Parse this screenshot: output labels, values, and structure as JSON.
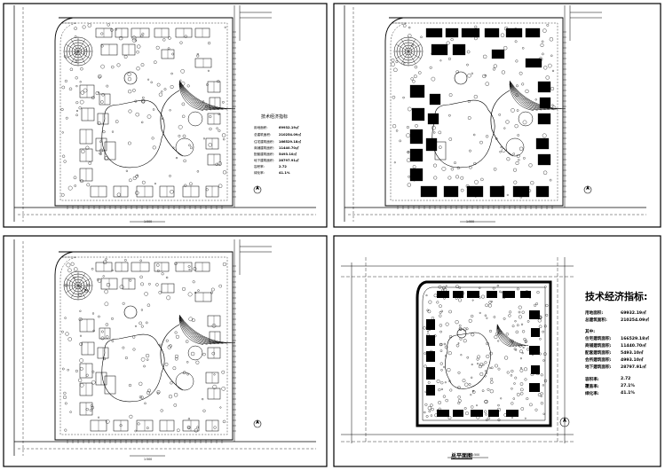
{
  "sheets": [
    {
      "id": "plan-a",
      "kind": "site-plan",
      "scale_label": "1:500",
      "indicator_title": "技术经济指标",
      "indicator_rows": [
        {
          "label": "用地面积:",
          "value": "69932.19㎡"
        },
        {
          "label": "总建筑面积:",
          "value": "210254.09㎡"
        },
        {
          "label": "住宅建筑面积:",
          "value": "166529.18㎡"
        },
        {
          "label": "商铺建筑面积:",
          "value": "11440.70㎡"
        },
        {
          "label": "配套建筑面积:",
          "value": "5493.10㎡"
        },
        {
          "label": "地下建筑面积:",
          "value": "28797.91㎡"
        },
        {
          "label": "容积率:",
          "value": "2.72"
        },
        {
          "label": "绿化率:",
          "value": "41.1%"
        }
      ]
    },
    {
      "id": "plan-b",
      "kind": "site-plan-filled",
      "scale_label": "1:500"
    },
    {
      "id": "plan-c",
      "kind": "site-plan",
      "scale_label": "1:500"
    },
    {
      "id": "plan-d",
      "kind": "master-plan",
      "caption": "总平面图",
      "scale_label": "1:500",
      "indicator_title": "技术经济指标:",
      "indicator_rows": [
        {
          "label": "用地面积:",
          "value": "69932.19㎡"
        },
        {
          "label": "总建筑面积:",
          "value": "210254.09㎡"
        },
        {
          "label": "其中:",
          "value": ""
        },
        {
          "label": "住宅建筑面积:",
          "value": "166529.18㎡"
        },
        {
          "label": "商铺建筑面积:",
          "value": "11440.70㎡"
        },
        {
          "label": "配套建筑面积:",
          "value": "5493.10㎡"
        },
        {
          "label": "会所建筑面积:",
          "value": "4993.10㎡"
        },
        {
          "label": "地下建筑面积:",
          "value": "28797.91㎡"
        },
        {
          "label": "容积率:",
          "value": "2.72"
        },
        {
          "label": "覆盖率:",
          "value": "27.1%"
        },
        {
          "label": "绿化率:",
          "value": "41.1%"
        }
      ]
    }
  ],
  "colors": {
    "ink": "#000000",
    "paper": "#ffffff",
    "frame": "#000000"
  }
}
